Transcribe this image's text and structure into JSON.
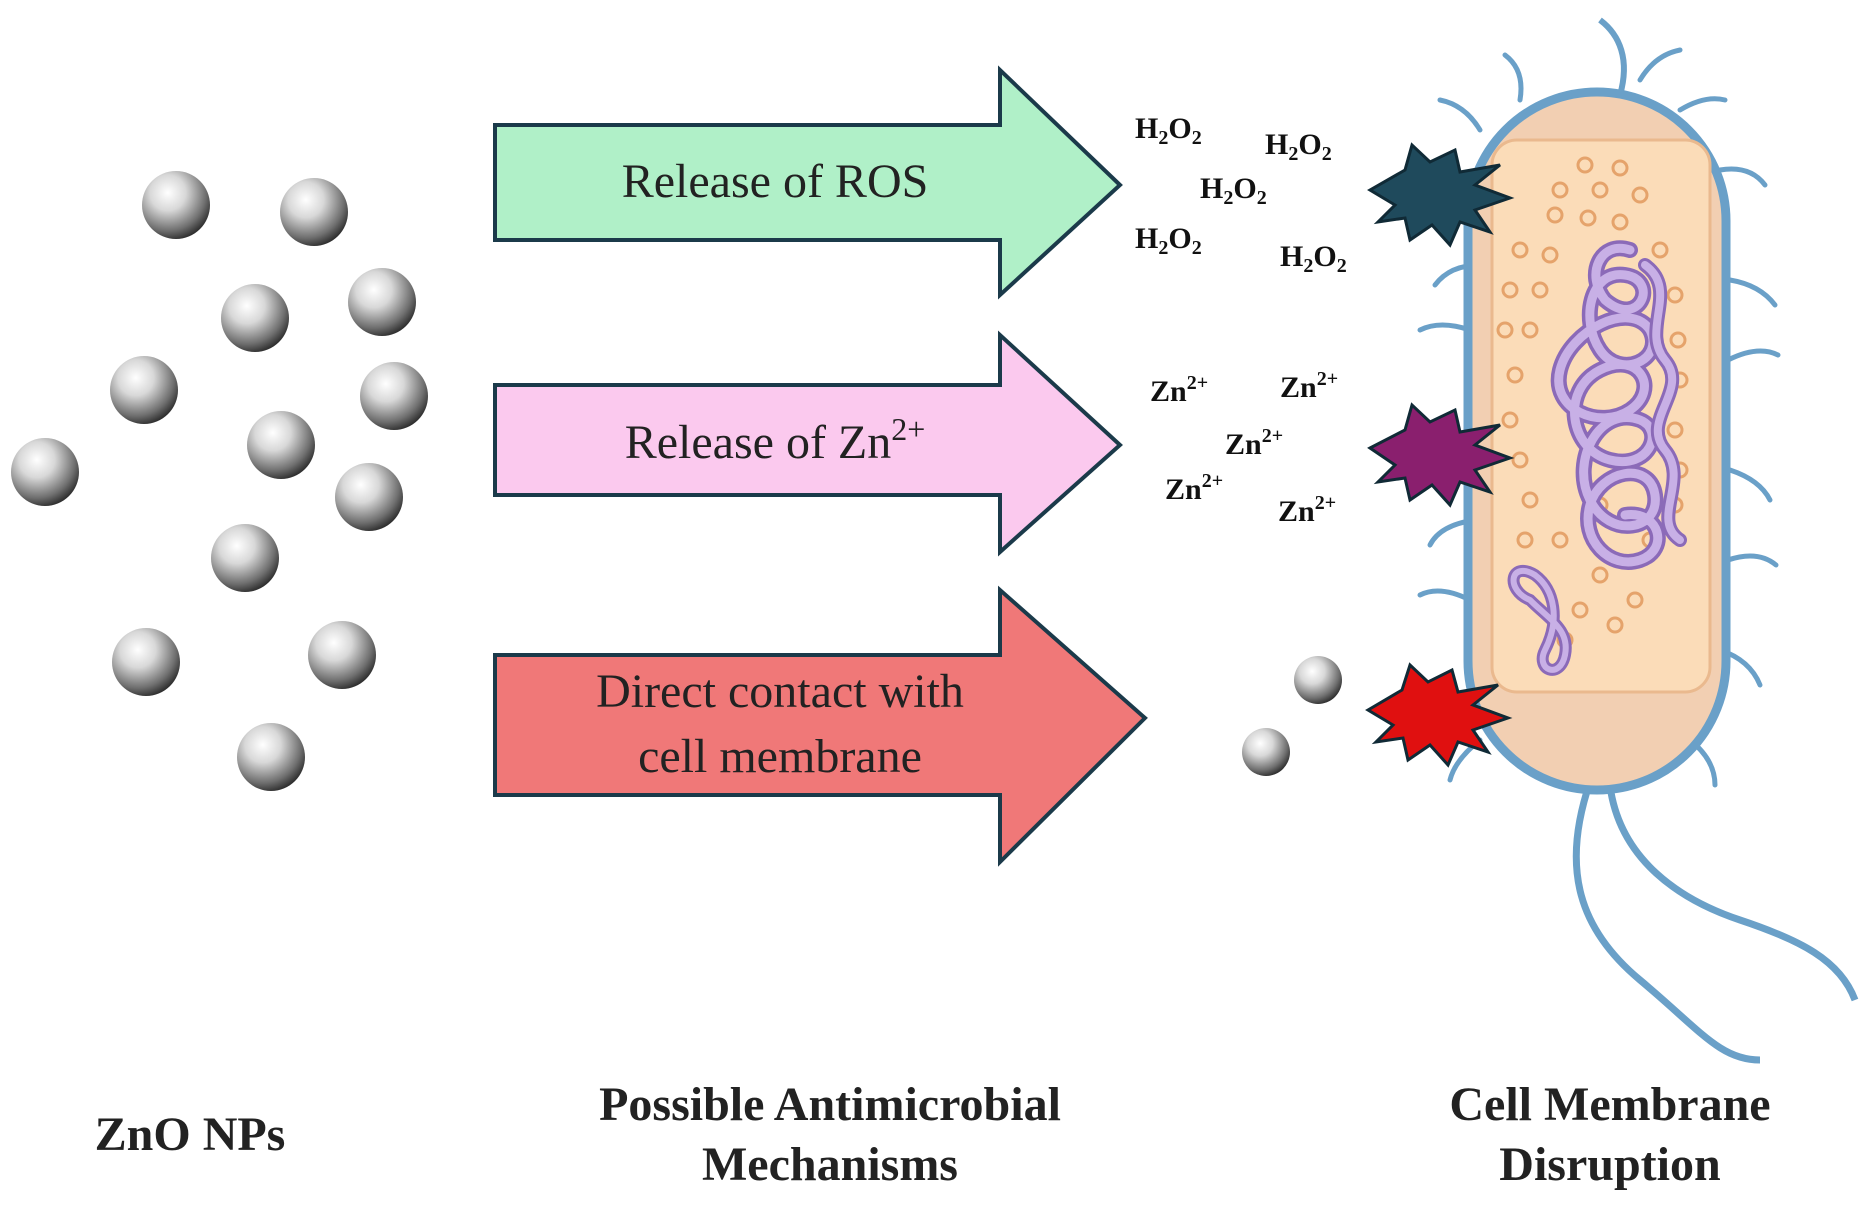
{
  "labels": {
    "nanoparticles": "ZnO NPs",
    "mechanisms_line1": "Possible Antimicrobial",
    "mechanisms_line2": "Mechanisms",
    "disruption_line1": "Cell Membrane",
    "disruption_line2": "Disruption"
  },
  "arrows": [
    {
      "text": "Release of ROS",
      "color": "#b0f0c8"
    },
    {
      "text_base": "Release of Zn",
      "text_sup": "2+",
      "color": "#fbc9ee"
    },
    {
      "line1": "Direct contact with",
      "line2": "cell membrane",
      "color": "#f07878"
    }
  ],
  "ros_species": {
    "base1": "H",
    "sub1": "2",
    "base2": "O",
    "sub2": "2"
  },
  "zinc_ion": {
    "base": "Zn",
    "sup": "2+"
  },
  "colors": {
    "arrow_outline": "#1b3a4a",
    "cell_wall": "#6aa0c8",
    "cell_outer": "#f2cfb2",
    "cell_inner": "#fbdcb8",
    "dna": "#b79ad6",
    "burst_ros": "#1f4a5c",
    "burst_zn": "#8a1f6e",
    "burst_contact": "#e01010"
  }
}
